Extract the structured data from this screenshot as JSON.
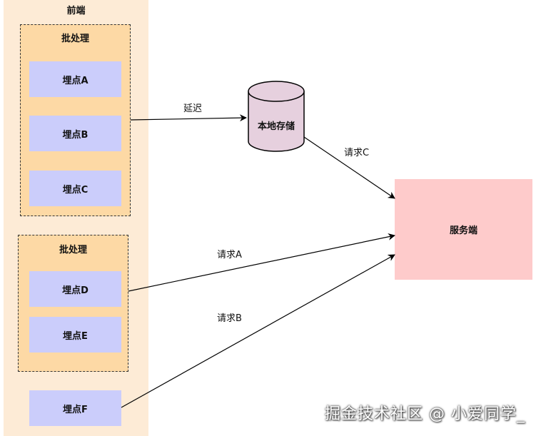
{
  "diagram": {
    "frontend": {
      "title": "前端"
    },
    "batches": [
      {
        "title": "批处理",
        "points": [
          "埋点A",
          "埋点B",
          "埋点C"
        ]
      },
      {
        "title": "批处理",
        "points": [
          "埋点D",
          "埋点E"
        ]
      }
    ],
    "standalone_point": "埋点F",
    "storage": {
      "label": "本地存储"
    },
    "server": {
      "label": "服务端"
    },
    "edges": {
      "delay": "延迟",
      "request_a": "请求A",
      "request_b": "请求B",
      "request_c": "请求C"
    },
    "colors": {
      "frontend_bg": "#fdebd6",
      "batch_bg": "#fdd9a5",
      "point_bg": "#cbcdfb",
      "storage_fill": "#e6d0de",
      "server_bg": "#fecbcb"
    }
  },
  "watermark": "掘金技术社区 @ 小爱同学_"
}
